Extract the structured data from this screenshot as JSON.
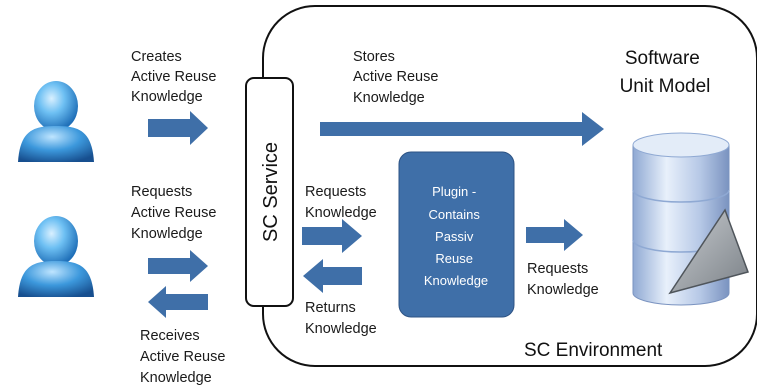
{
  "environment": {
    "label": "SC Environment"
  },
  "service": {
    "label": "SC Service"
  },
  "model": {
    "label_lines": [
      "Software",
      "Unit Model"
    ]
  },
  "plugin": {
    "lines": [
      "Plugin -",
      "Contains",
      "Passiv",
      "Reuse",
      "Knowledge"
    ]
  },
  "flows": {
    "creates": [
      "Creates",
      "Active Reuse",
      "Knowledge"
    ],
    "requests_user": [
      "Requests",
      "Active Reuse",
      "Knowledge"
    ],
    "receives": [
      "Receives",
      "Active Reuse",
      "Knowledge"
    ],
    "stores": [
      "Stores",
      "Active Reuse",
      "Knowledge"
    ],
    "requests_plugin": [
      "Requests",
      "Knowledge"
    ],
    "returns": [
      "Returns",
      "Knowledge"
    ],
    "requests_model": [
      "Requests",
      "Knowledge"
    ]
  },
  "colors": {
    "arrow": "#3f6fa8",
    "plugin_fill": "#3f6fa8",
    "outline": "#111111",
    "user_head": "#4aa6e6",
    "user_body": "#2e86d0",
    "database": "#b9cbe6",
    "pyramid": "#9aa0a6"
  },
  "icons": [
    "user-icon",
    "database-icon",
    "pyramid-icon"
  ]
}
